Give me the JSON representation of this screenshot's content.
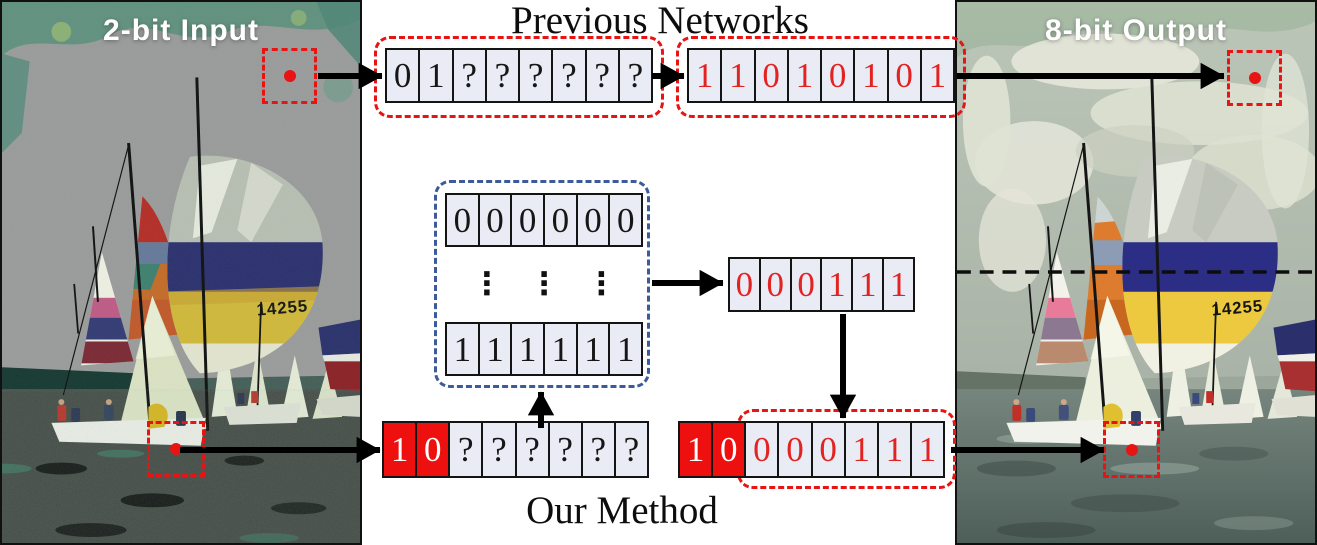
{
  "panels": {
    "left": {
      "label": "2-bit Input",
      "sail_number": "14255"
    },
    "right": {
      "label": "8-bit Output",
      "sail_number": "14255"
    }
  },
  "previous": {
    "title": "Previous Networks",
    "input_bits": [
      "0",
      "1",
      "?",
      "?",
      "?",
      "?",
      "?",
      "?"
    ],
    "output_bits": [
      "1",
      "1",
      "0",
      "1",
      "0",
      "1",
      "0",
      "1"
    ]
  },
  "ours": {
    "title": "Our Method",
    "input_bits": [
      "1",
      "0",
      "?",
      "?",
      "?",
      "?",
      "?",
      "?"
    ],
    "input_known_count": 2,
    "codebook_top_bits": [
      "0",
      "0",
      "0",
      "0",
      "0",
      "0"
    ],
    "codebook_ellipsis": "⋮",
    "codebook_bottom_bits": [
      "1",
      "1",
      "1",
      "1",
      "1",
      "1"
    ],
    "predicted_bits": [
      "0",
      "0",
      "0",
      "1",
      "1",
      "1"
    ],
    "output_bits": [
      "1",
      "0",
      "0",
      "0",
      "0",
      "1",
      "1",
      "1"
    ],
    "output_known_count": 2
  },
  "colors": {
    "red": "#e81414",
    "red_text": "#e32222",
    "red_fill": "#ee0f0f",
    "blue_dashed": "#3b5b9b",
    "cell_fill": "#e9ebf5",
    "cell_border": "#141414"
  }
}
